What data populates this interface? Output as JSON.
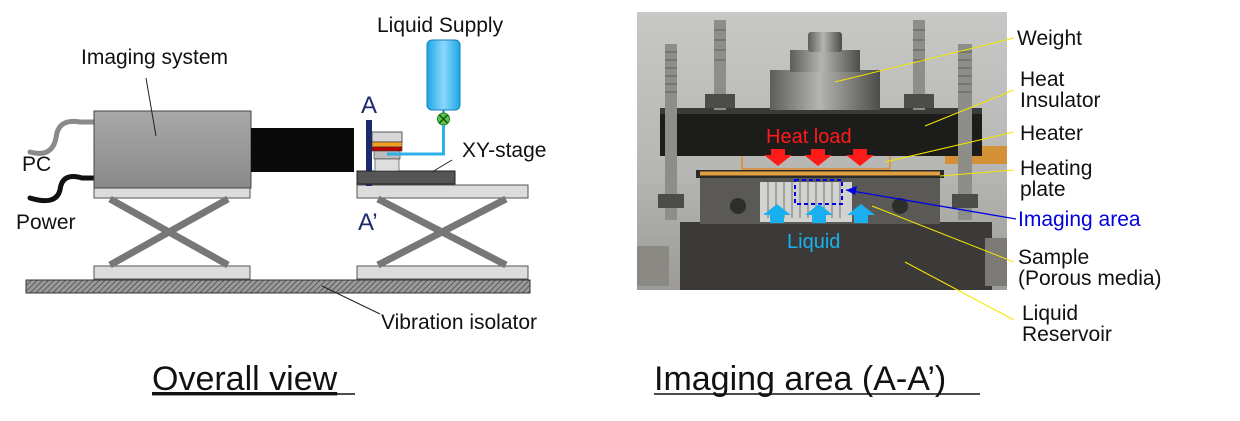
{
  "overall_view": {
    "caption": "Overall view",
    "labels": {
      "liquid_supply": "Liquid Supply",
      "imaging_system": "Imaging system",
      "pc": "PC",
      "power": "Power",
      "section_a": "A",
      "section_a_prime": "A’",
      "xy_stage": "XY-stage",
      "vibration_isolator": "Vibration isolator"
    }
  },
  "imaging_area": {
    "caption": "Imaging area (A-A’)",
    "photo_labels": {
      "heat_load": "Heat load",
      "liquid": "Liquid"
    },
    "callouts": {
      "weight": "Weight",
      "heat_insulator_1": "Heat",
      "heat_insulator_2": "Insulator",
      "heater": "Heater",
      "heating_plate_1": "Heating",
      "heating_plate_2": "plate",
      "imaging_area": "Imaging area",
      "sample_1": "Sample",
      "sample_2": "(Porous media)",
      "reservoir_1": "Liquid",
      "reservoir_2": "Reservoir"
    }
  },
  "colors": {
    "heat_arrow": "#ff1a1a",
    "liquid_arrow": "#1ab0f0",
    "imaging_area_label": "#0000e0",
    "leader_yellow": "#f2e600",
    "frame_navy": "#1a2a6c"
  }
}
